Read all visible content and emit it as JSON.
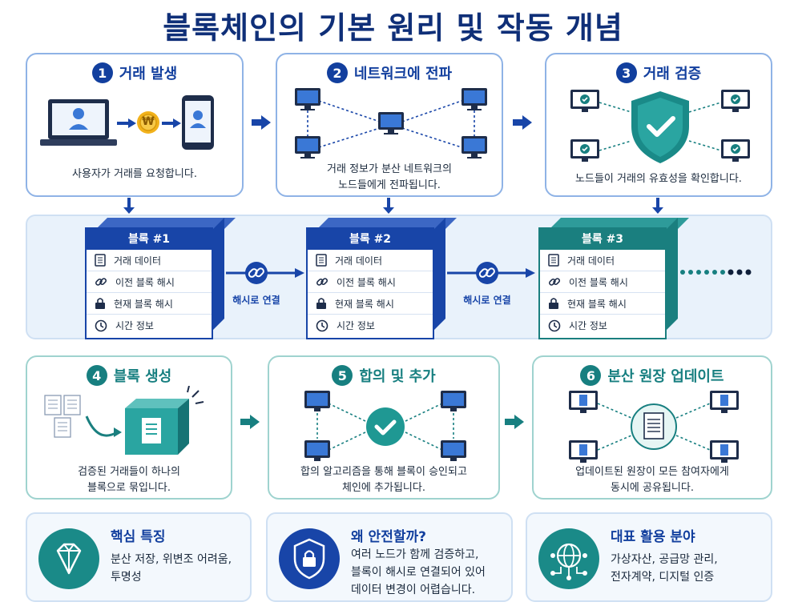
{
  "title": "블록체인의 기본 원리 및 작동 개념",
  "steps": [
    {
      "num": "1",
      "title": "거래 발생",
      "desc": [
        "사용자가 거래를 요청합니다."
      ]
    },
    {
      "num": "2",
      "title": "네트워크에 전파",
      "desc": [
        "거래 정보가 분산 네트워크의",
        "노드들에게 전파됩니다."
      ]
    },
    {
      "num": "3",
      "title": "거래 검증",
      "desc": [
        "노드들이 거래의 유효성을 확인합니다."
      ]
    },
    {
      "num": "4",
      "title": "블록 생성",
      "desc": [
        "검증된 거래들이 하나의",
        "블록으로 묶입니다."
      ]
    },
    {
      "num": "5",
      "title": "합의 및 추가",
      "desc": [
        "합의 알고리즘을 통해 블록이 승인되고",
        "체인에 추가됩니다."
      ]
    },
    {
      "num": "6",
      "title": "분산 원장 업데이트",
      "desc": [
        "업데이트된 원장이 모든 참여자에게",
        "동시에 공유됩니다."
      ]
    }
  ],
  "coin_symbol": "₩",
  "blocks": [
    {
      "title": "블록 #1",
      "rows": [
        "거래 데이터",
        "이전 블록 해시",
        "현재 블록 해시",
        "시간 정보"
      ]
    },
    {
      "title": "블록 #2",
      "rows": [
        "거래 데이터",
        "이전 블록 해시",
        "현재 블록 해시",
        "시간 정보"
      ]
    },
    {
      "title": "블록 #3",
      "rows": [
        "거래 데이터",
        "이전 블록 해시",
        "현재 블록 해시",
        "시간 정보"
      ]
    }
  ],
  "link_labels": [
    "해시로 연결",
    "해시로 연결"
  ],
  "features": [
    {
      "title": "핵심 특징",
      "lines": [
        "분산 저장, 위변조 어려움,",
        "투명성"
      ]
    },
    {
      "title": "왜 안전할까?",
      "lines": [
        "여러 노드가 함께 검증하고,",
        "블록이 해시로 연결되어 있어",
        "데이터 변경이 어렵습니다."
      ]
    },
    {
      "title": "대표 활용 분야",
      "lines": [
        "가상자산, 공급망 관리,",
        "전자계약, 디지털 인증"
      ]
    }
  ],
  "colors": {
    "navy": "#123f9e",
    "teal": "#177f80",
    "block_blue": "#1845a8",
    "light_band": "#e9f2fb"
  }
}
